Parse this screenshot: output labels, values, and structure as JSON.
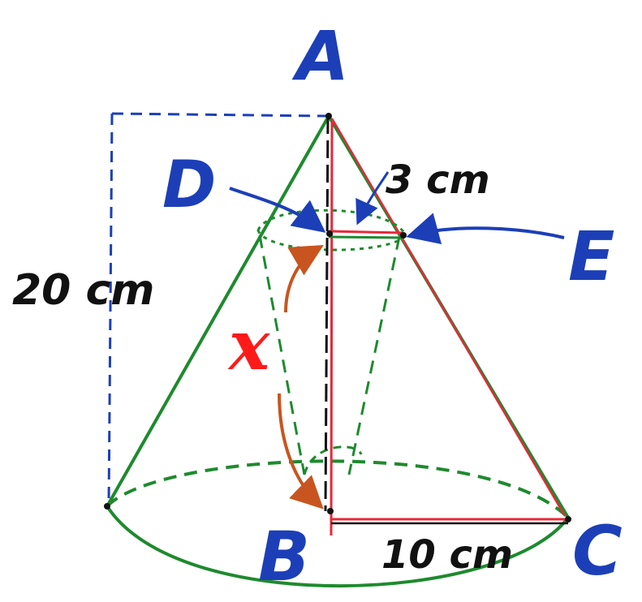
{
  "colors": {
    "green": "#1e8a2e",
    "red": "#e8283a",
    "blue": "#1c3fb8",
    "black": "#111111",
    "orange": "#c8551f",
    "label_red": "#ff1a1a"
  },
  "labels": {
    "A": "A",
    "B": "B",
    "C": "C",
    "D": "D",
    "E": "E",
    "x": "x",
    "height": "20 cm",
    "top_radius": "3 cm",
    "base_radius": "10 cm"
  }
}
